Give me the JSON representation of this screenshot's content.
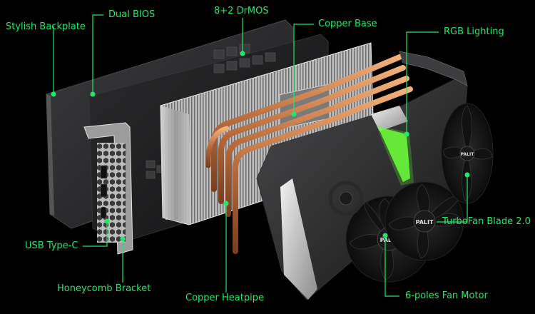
{
  "colors": {
    "accent": "#22e86a",
    "background": "#000000",
    "rgb_glow": "#6dff3a"
  },
  "labels": {
    "stylish_backplate": "Stylish Backplate",
    "dual_bios": "Dual BIOS",
    "drmos": "8+2 DrMOS",
    "copper_base": "Copper Base",
    "rgb_lighting": "RGB Lighting",
    "usb_type_c": "USB Type-C",
    "honeycomb_bracket": "Honeycomb Bracket",
    "copper_heatpipe": "Copper Heatpipe",
    "six_poles_fan_motor": "6-poles Fan Motor",
    "turbofan_blade": "TurboFan Blade 2.0"
  },
  "logos": {
    "fan_left": "PALIT",
    "fan_right": "PALIT",
    "fan_rear": "PALIT"
  }
}
